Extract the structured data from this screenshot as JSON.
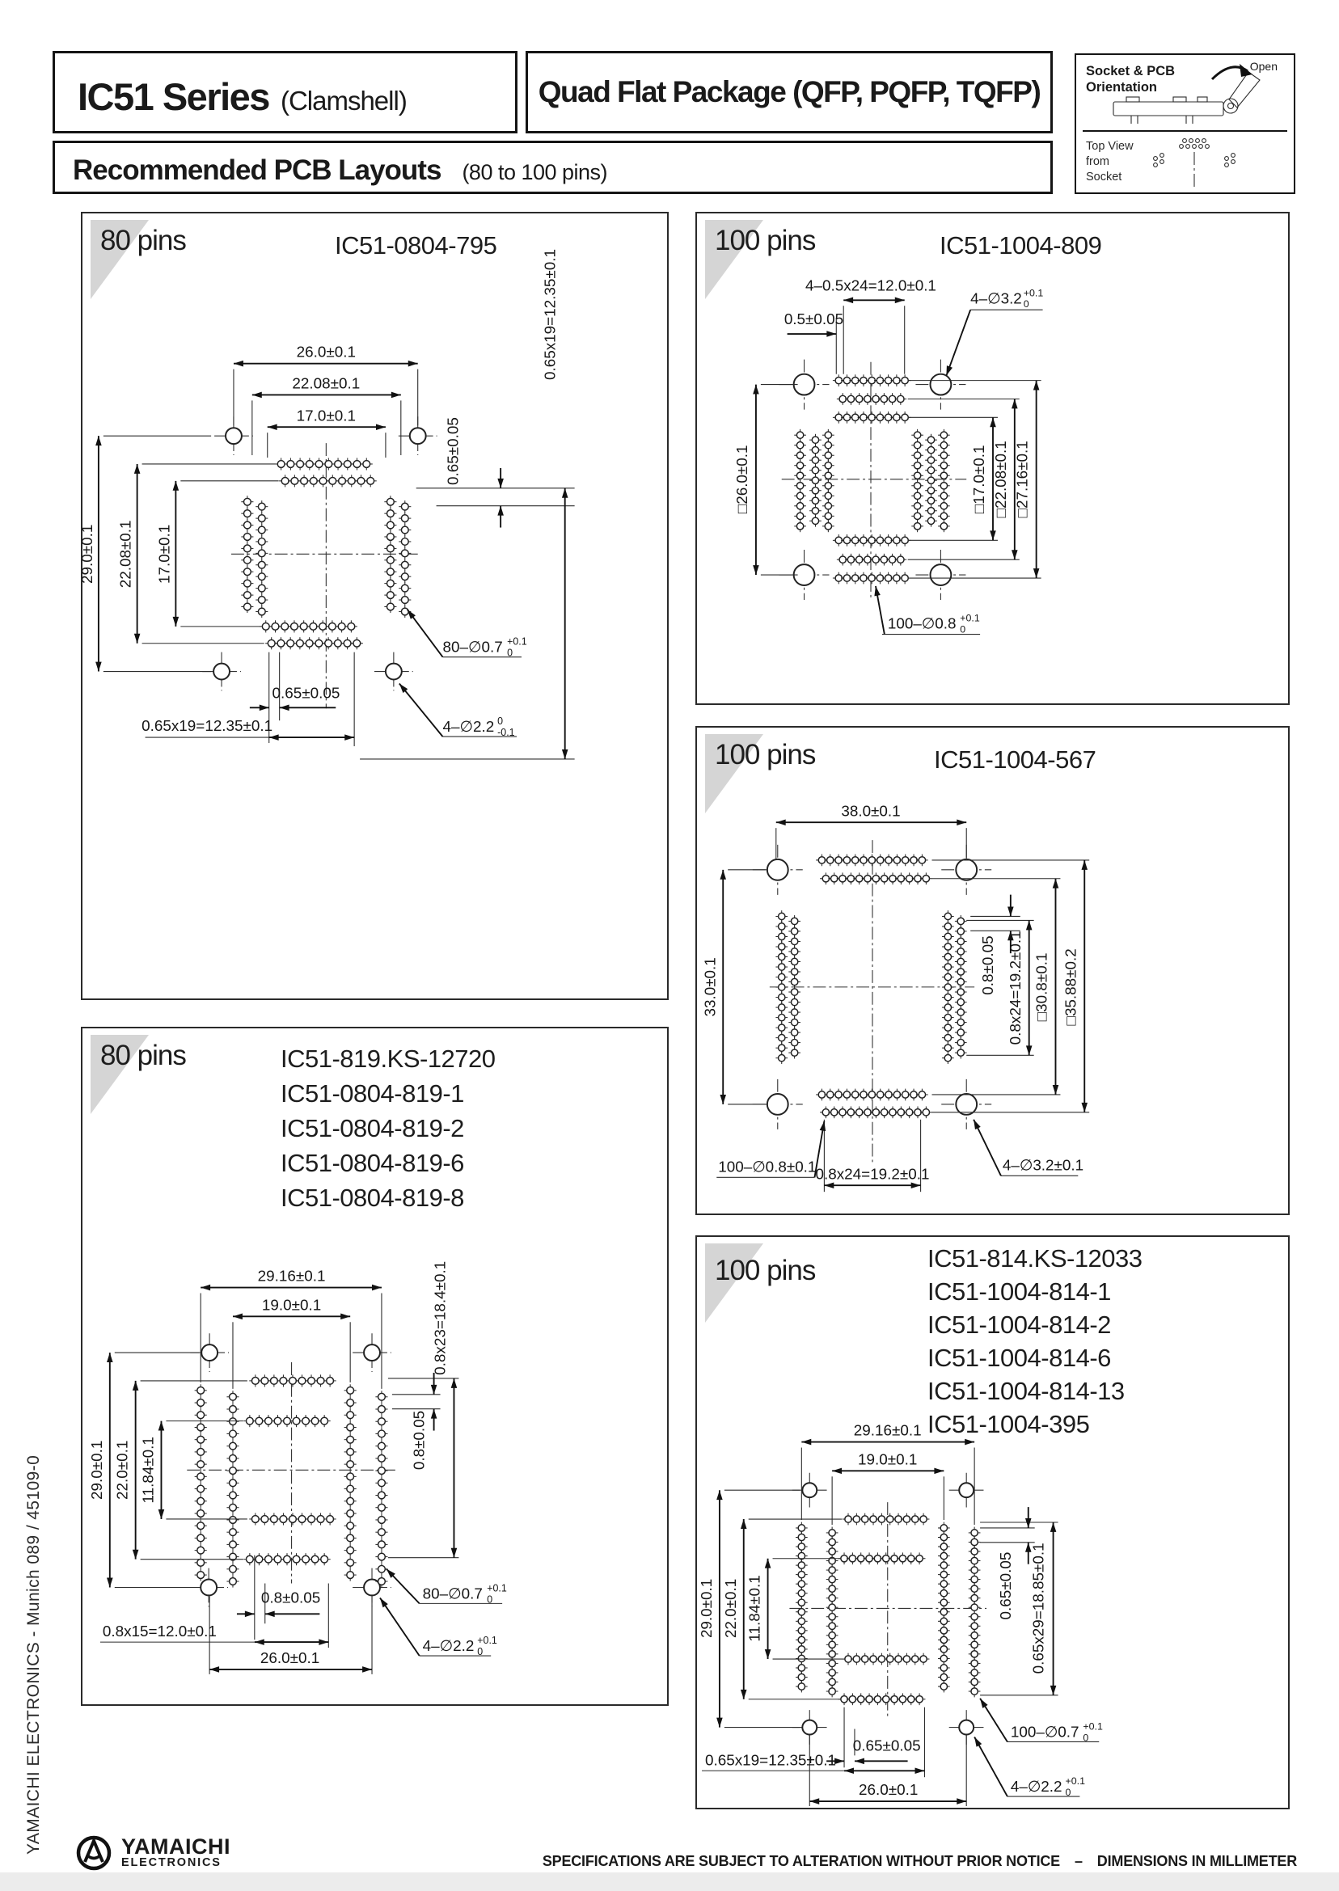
{
  "page": {
    "ink": "#1a1a1a",
    "accent_gray": "#d5d5d5"
  },
  "header": {
    "series_title": "IC51 Series",
    "series_subtitle": "(Clamshell)",
    "package_title": "Quad Flat Package (QFP, PQFP, TQFP)",
    "layouts_title": "Recommended PCB Layouts",
    "layouts_subtitle": "(80 to 100  pins)",
    "orientation_box": {
      "title_line1": "Socket & PCB",
      "title_line2": "Orientation",
      "open_label": "Open",
      "view_line1": "Top View",
      "view_line2": "from",
      "view_line3": "Socket"
    }
  },
  "side": {
    "vertical_text": "YAMAICHI ELECTRONICS   -   Munich 089 / 45109-0"
  },
  "footer": {
    "logo_top": "YAMAICHI",
    "logo_bottom": "ELECTRONICS",
    "disclaimer": "SPECIFICATIONS ARE SUBJECT TO ALTERATION WITHOUT PRIOR NOTICE",
    "dash": "–",
    "units": "DIMENSIONS IN MILLIMETER"
  },
  "panel_795": {
    "pins_label": "80 pins",
    "part": "IC51-0804-795",
    "dim_top_outer": "26.0±0.1",
    "dim_top_mid": "22.08±0.1",
    "dim_top_inner": "17.0±0.1",
    "dim_left_outer": "29.0±0.1",
    "dim_left_mid": "22.08±0.1",
    "dim_left_inner": "17.0±0.1",
    "dim_right_pitch": "0.65±0.05",
    "dim_right_span": "0.65x19=12.35±0.1",
    "dim_bottom_pitch": "0.65±0.05",
    "dim_bottom_span": "0.65x19=12.35±0.1",
    "pads_label": {
      "main": "80–∅0.7",
      "sup": "+0.1",
      "sub": "0"
    },
    "holes_label": {
      "main": "4–∅2.2",
      "sup": "0",
      "sub": "-0.1"
    }
  },
  "panel_809": {
    "pins_label": "100 pins",
    "part": "IC51-1004-809",
    "dim_top_span": "4–0.5x24=12.0±0.1",
    "dim_top_pitch": "0.5±0.05",
    "holes_label": {
      "main": "4–∅3.2",
      "sup": "+0.1",
      "sub": "0"
    },
    "dim_left": "□26.0±0.1",
    "dim_right_inner": "□17.0±0.1",
    "dim_right_mid": "□22.08±0.1",
    "dim_right_outer": "□27.16±0.1",
    "pads_label": {
      "main": "100–∅0.8",
      "sup": "+0.1",
      "sub": "0"
    }
  },
  "panel_567": {
    "pins_label": "100 pins",
    "part": "IC51-1004-567",
    "dim_top": "38.0±0.1",
    "dim_left": "33.0±0.1",
    "dim_right_pitch": "0.8±0.05",
    "dim_right_span": "0.8x24=19.2±0.1",
    "dim_right_mid": "□30.8±0.1",
    "dim_right_outer": "□35.88±0.2",
    "pads_label": "100–∅0.8±0.1",
    "dim_bottom_span": "0.8x24=19.2±0.1",
    "holes_label": "4–∅3.2±0.1"
  },
  "panel_819": {
    "pins_label": "80 pins",
    "parts": [
      "IC51-819.KS-12720",
      "IC51-0804-819-1",
      "IC51-0804-819-2",
      "IC51-0804-819-6",
      "IC51-0804-819-8"
    ],
    "dim_top_outer": "29.16±0.1",
    "dim_top_inner": "19.0±0.1",
    "dim_left_outer": "29.0±0.1",
    "dim_left_mid": "22.0±0.1",
    "dim_left_inner": "11.84±0.1",
    "dim_right_span": "0.8x23=18.4±0.1",
    "dim_right_pitch": "0.8±0.05",
    "dim_bottom_pitch": "0.8±0.05",
    "dim_bottom_span": "0.8x15=12.0±0.1",
    "dim_bottom_outer": "26.0±0.1",
    "pads_label": {
      "main": "80–∅0.7",
      "sup": "+0.1",
      "sub": "0"
    },
    "holes_label": {
      "main": "4–∅2.2",
      "sup": "+0.1",
      "sub": "0"
    }
  },
  "panel_814": {
    "pins_label": "100 pins",
    "parts": [
      "IC51-814.KS-12033",
      "IC51-1004-814-1",
      "IC51-1004-814-2",
      "IC51-1004-814-6",
      "IC51-1004-814-13",
      "IC51-1004-395"
    ],
    "dim_top_outer": "29.16±0.1",
    "dim_top_inner": "19.0±0.1",
    "dim_left_outer": "29.0±0.1",
    "dim_left_mid": "22.0±0.1",
    "dim_left_inner": "11.84±0.1",
    "dim_right_pitch": "0.65±0.05",
    "dim_right_span": "0.65x29=18.85±0.1",
    "dim_bottom_pitch": "0.65±0.05",
    "dim_bottom_span": "0.65x19=12.35±0.1",
    "dim_bottom_outer": "26.0±0.1",
    "pads_label": {
      "main": "100–∅0.7",
      "sup": "+0.1",
      "sub": "0"
    },
    "holes_label": {
      "main": "4–∅2.2",
      "sup": "+0.1",
      "sub": "0"
    }
  }
}
